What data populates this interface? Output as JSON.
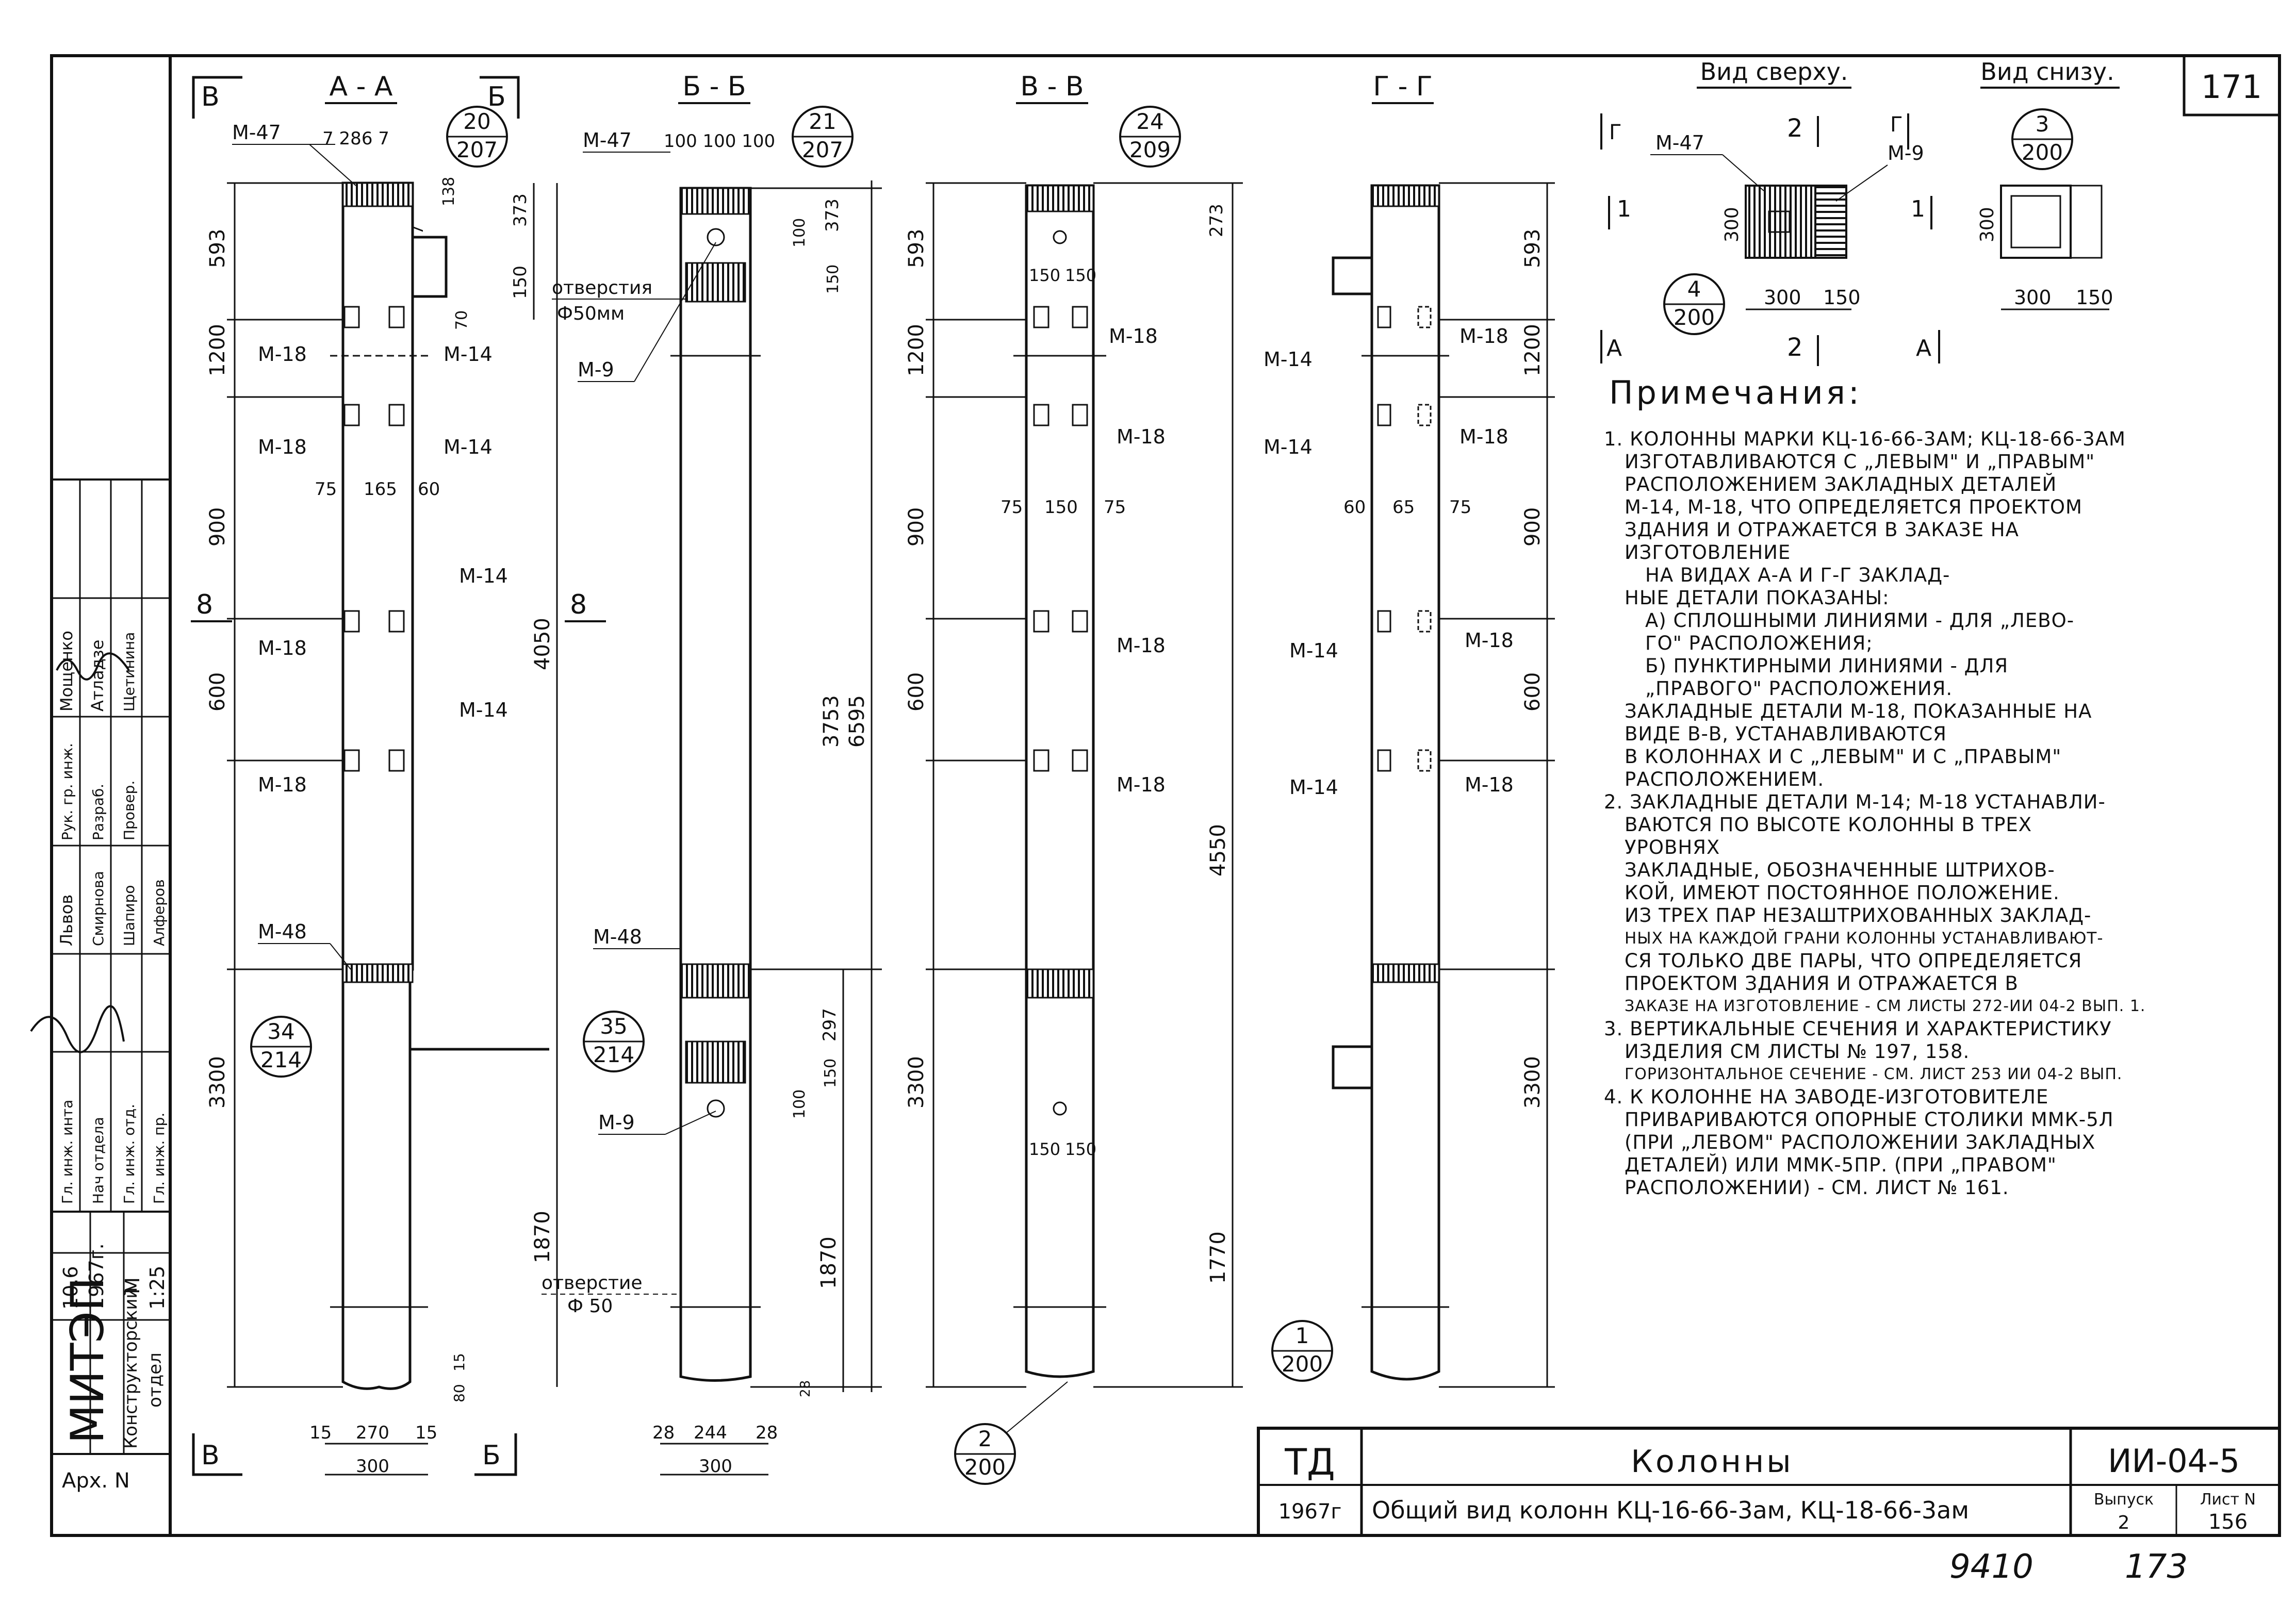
{
  "sheet_number": "171",
  "bottom_numbers": {
    "left": "9410",
    "right": "173"
  },
  "sections": {
    "aa": "А - А",
    "bb": "Б - Б",
    "vv": "В - В",
    "gg": "Г - Г",
    "top_view": "Вид сверху.",
    "bottom_view": "Вид снизу."
  },
  "cut_marks": {
    "v": "В",
    "b": "Б",
    "eight": "8",
    "g": "Г",
    "a": "А",
    "one": "1",
    "two": "2"
  },
  "callouts": [
    {
      "id": "c20",
      "top": "20",
      "bottom": "207"
    },
    {
      "id": "c21",
      "top": "21",
      "bottom": "207"
    },
    {
      "id": "c24",
      "top": "24",
      "bottom": "209"
    },
    {
      "id": "c34",
      "top": "34",
      "bottom": "214"
    },
    {
      "id": "c35",
      "top": "35",
      "bottom": "214"
    },
    {
      "id": "c2",
      "top": "2",
      "bottom": "200"
    },
    {
      "id": "c1",
      "top": "1",
      "bottom": "200"
    },
    {
      "id": "c4",
      "top": "4",
      "bottom": "200"
    },
    {
      "id": "c3",
      "top": "3",
      "bottom": "200"
    }
  ],
  "parts": {
    "m47": "М-47",
    "m48": "М-48",
    "m18": "М-18",
    "m14": "М-14",
    "m9": "М-9"
  },
  "holes": {
    "h1a": "отверстия",
    "h1b": "Ф50мм",
    "h2a": "отверстие",
    "h2b": "Ф 50"
  },
  "dims": {
    "aa": {
      "top": "7  286  7",
      "d7": "7",
      "d138": "138",
      "d373": "373",
      "d150": "150",
      "d70": "70",
      "d593": "593",
      "d1200": "1200",
      "d900": "900",
      "d600": "600",
      "d3300": "3300",
      "d4050": "4050",
      "d1870": "1870",
      "d75": "75",
      "d165": "165",
      "d60": "60",
      "d15": "15",
      "d80": "80",
      "b15": "15",
      "b270": "270",
      "b15r": "15",
      "b300": "300"
    },
    "bb": {
      "top": "100 100 100",
      "d100": "100",
      "d373": "373",
      "d150": "150",
      "d3753": "3753",
      "d6595": "6595",
      "d297": "297",
      "d150b": "150",
      "d100b": "100",
      "d1870": "1870",
      "d28": "28",
      "b28": "28",
      "b244": "244",
      "b28r": "28",
      "b300": "300"
    },
    "vv": {
      "d593": "593",
      "d273": "273",
      "d150a": "150",
      "d150b": "150",
      "d1200": "1200",
      "d900": "900",
      "d75": "75",
      "d150": "150",
      "d75r": "75",
      "d600": "600",
      "d3300": "3300",
      "d4550": "4550",
      "d1770": "1770",
      "d150c": "150",
      "d150d": "150"
    },
    "gg": {
      "d593": "593",
      "d1200": "1200",
      "d900": "900",
      "d60": "60",
      "d65": "65",
      "d75": "75",
      "d600": "600",
      "d3300": "3300"
    },
    "plan": {
      "d300a": "300",
      "d300b": "300",
      "d300c": "300",
      "d150a": "150",
      "d300d": "300",
      "d150b": "150"
    }
  },
  "notes_title": "Примечания:",
  "notes": [
    "1. Колонны марки КЦ-16-66-3ам; КЦ-18-66-3ам",
    "изготавливаются с „левым\" и „правым\"",
    "расположением закладных деталей",
    "М-14, М-18, что определяется проектом",
    "здания и отражается в заказе на",
    "изготовление",
    "На видах А-А и Г-Г заклад-",
    "ные детали показаны:",
    "а) сплошными линиями - для „лево-",
    "го\" расположения;",
    "б) пунктирными линиями - для",
    "„правого\" расположения.",
    "Закладные детали М-18, показанные на",
    "виде В-В, устанавливаются",
    "в колоннах и с „левым\" и с „правым\"",
    "расположением.",
    "2. Закладные детали М-14; М-18 устанавли-",
    "ваются по высоте колонны в трех",
    "уровнях",
    "Закладные, обозначенные штрихов-",
    "кой, имеют постоянное положение.",
    "Из трех пар незаштрихованных заклад-",
    "ных на каждой грани колонны устанавливают-",
    "ся только две пары, что определяется",
    "проектом здания и отражается в",
    "заказе на изготовление - см листы 272-ИИ 04-2 вып. 1.",
    "3. Вертикальные сечения и характеристику",
    "изделия см листы № 197, 158.",
    "Горизонтальное сечение - см. лист 253 ИИ 04-2 вып.",
    "4. К колонне на заводе-изготовителе",
    "привариваются опорные столики ММК-5л",
    "(при „левом\" расположении закладных",
    "деталей) или ММК-5пр. (при „правом\"",
    "расположении) - см. лист № 161."
  ],
  "left_stamp": {
    "org": "МИТЭП",
    "dept1": "Конструкторский",
    "dept2": "отдел",
    "arch": "Арх. N",
    "date1": "10.6",
    "date2": "1967г.",
    "scale1": "М",
    "scale2": "1:25",
    "roles": [
      "Гл. инж. инта",
      "Нач отдела",
      "Гл. инж. отд.",
      "Гл. инж. пр.",
      "Рук. гр. инж.",
      "Разраб.",
      "Провер."
    ],
    "names": [
      "Мощенко",
      "Атладзе",
      "Щетинина",
      "Львов",
      "Смирнова",
      "Шапиро",
      "Алферов"
    ]
  },
  "title_block": {
    "td": "ТД",
    "year": "1967г",
    "title": "Колонны",
    "subtitle": "Общий вид колонн КЦ-16-66-3ам, КЦ-18-66-3ам",
    "code": "ИИ-04-5",
    "issue_label": "Выпуск",
    "issue": "2",
    "sheet_label": "Лист N",
    "sheet": "156"
  }
}
